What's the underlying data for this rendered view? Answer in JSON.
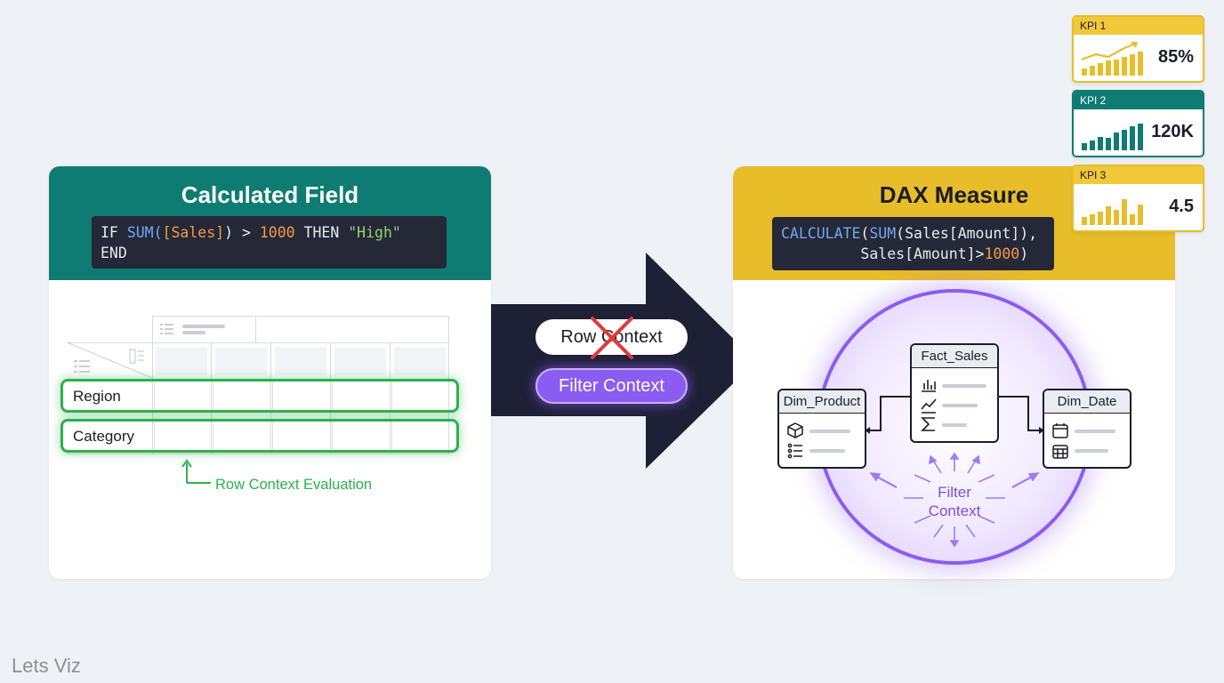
{
  "left_panel": {
    "title": "Calculated Field",
    "code_line1_parts": [
      "IF ",
      "SUM(",
      "[Sales]",
      ") > ",
      "1000",
      " THEN ",
      "\"High\""
    ],
    "code_line2": "END",
    "rows": [
      "Region",
      "Category"
    ],
    "annotation": "Row Context Evaluation"
  },
  "middle": {
    "crossed_pill": "Row Context",
    "active_pill": "Filter Context"
  },
  "right_panel": {
    "title": "DAX Measure",
    "code_line1_parts": [
      "CALCULATE",
      "(",
      "SUM",
      "(Sales[Amount]),"
    ],
    "code_line2_parts": [
      "Sales[Amount]>",
      "1000",
      ")"
    ],
    "tables": {
      "fact": "Fact_Sales",
      "product": "Dim_Product",
      "date": "Dim_Date"
    },
    "filter_label_line1": "Filter",
    "filter_label_line2": "Context"
  },
  "kpis": [
    {
      "label": "KPI 1",
      "value": "85%",
      "color": "#e8bd2a",
      "bar_levels": [
        0.25,
        0.35,
        0.45,
        0.55,
        0.6,
        0.7,
        0.8,
        0.9
      ]
    },
    {
      "label": "KPI 2",
      "value": "120K",
      "color": "#0e7c72",
      "bar_levels": [
        0.25,
        0.35,
        0.5,
        0.45,
        0.65,
        0.75,
        0.9,
        1.0
      ]
    },
    {
      "label": "KPI 3",
      "value": "4.5",
      "color": "#e8bd2a",
      "bar_levels": [
        0.3,
        0.4,
        0.5,
        0.7,
        0.55,
        0.95,
        0.4,
        0.75
      ]
    }
  ],
  "colors": {
    "teal": "#0e7c72",
    "gold": "#e8bd2a",
    "purple": "#8a5cf2",
    "green": "#2bb24c",
    "navy": "#1b1d2a"
  },
  "brand": "Lets Viz"
}
